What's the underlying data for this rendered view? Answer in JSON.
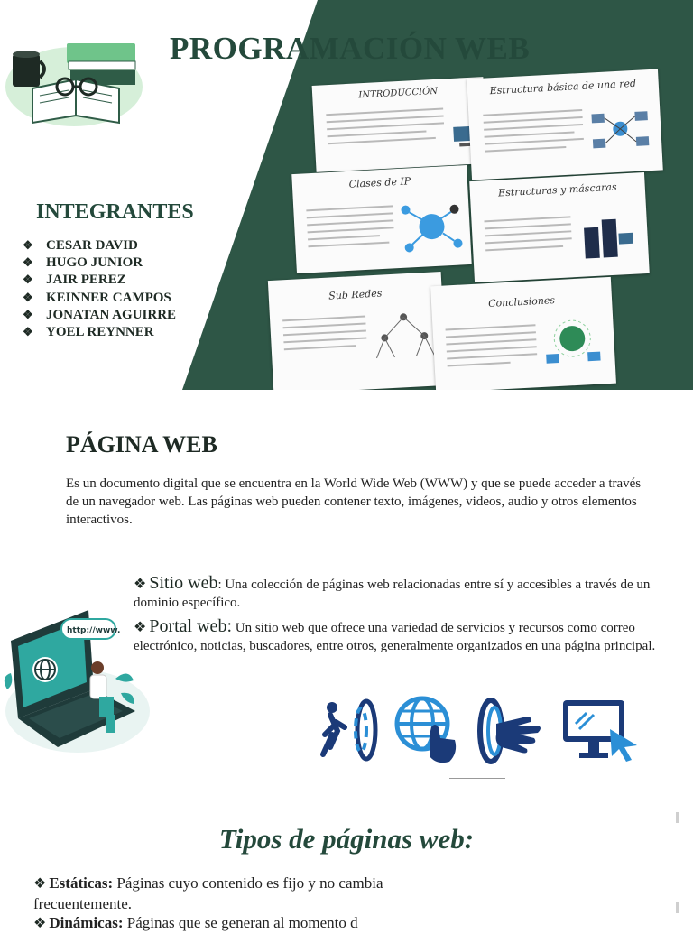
{
  "slide": {
    "title": "PROGRAMACIÓN WEB",
    "team_heading": "INTEGRANTES",
    "members": [
      "CESAR DAVID",
      "HUGO JUNIOR",
      "JAIR PEREZ",
      "KEINNER CAMPOS",
      "JONATAN AGUIRRE",
      "YOEL REYNNER"
    ],
    "thumbnails": [
      "INTRODUCCIÓN",
      "Estructura básica de una red",
      "Clases de IP",
      "Estructuras y máscaras",
      "Sub Redes",
      "Conclusiones"
    ],
    "bullet_symbol": "❖"
  },
  "pagina_web": {
    "title": "PÁGINA WEB",
    "description": "Es un documento digital que se encuentra en la World Wide Web (WWW) y que se puede acceder a través de un navegador web. Las páginas web pueden contener texto, imágenes, videos, audio y otros elementos interactivos.",
    "sitio_label": "Sitio web",
    "sitio_text": ": Una colección de páginas web relacionadas entre sí y accesibles a través de un dominio específico.",
    "portal_label": "Portal web:",
    "portal_text": " Un sitio web que ofrece una variedad de servicios y recursos como correo electrónico, noticias, buscadores, entre otros, generalmente organizados en una página principal.",
    "url_label": "http://www.",
    "icons": [
      "walk-through-portal-icon",
      "globe-click-icon",
      "hand-portal-icon",
      "monitor-cursor-icon"
    ]
  },
  "tipos": {
    "title": "Tipos de páginas web:",
    "estaticas_label": "Estáticas:",
    "estaticas_text": " Páginas cuyo contenido es fijo y no cambia frecuentemente.",
    "dinamicas_label": "Dinámicas:",
    "dinamicas_text": " Páginas que se generan al momento d"
  },
  "colors": {
    "dark_green": "#2e5646",
    "title_green": "#24493b",
    "icon_navy": "#1b3a78",
    "icon_blue": "#2b8fd6",
    "teal": "#2fa8a0"
  }
}
